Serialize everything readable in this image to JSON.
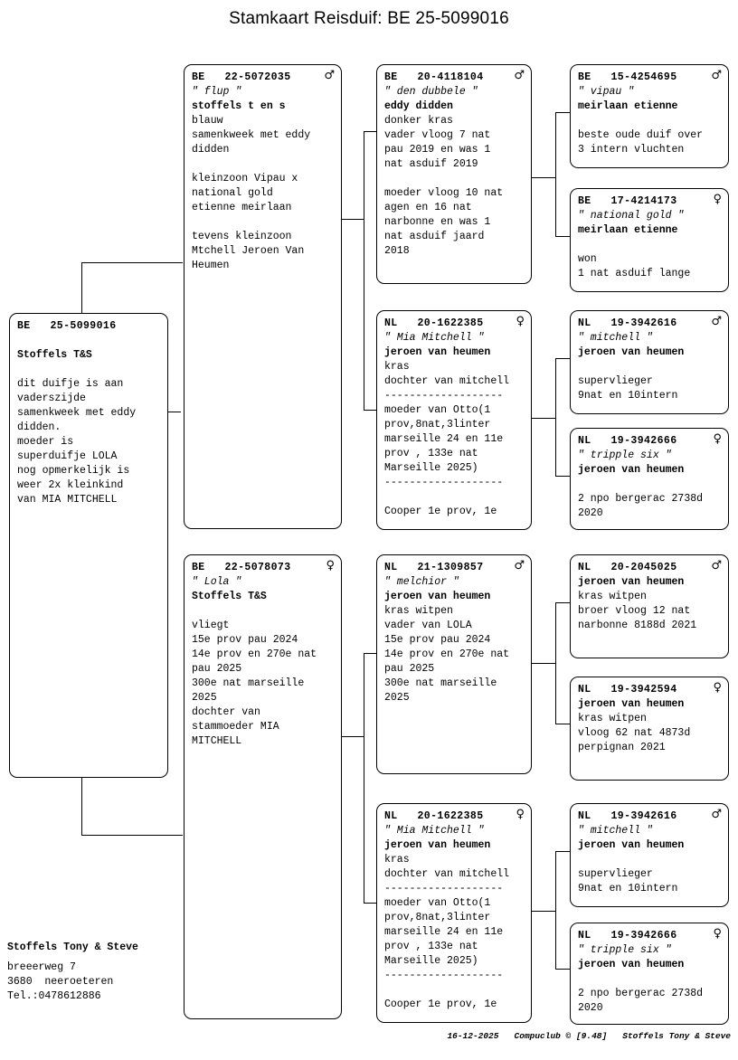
{
  "title": "Stamkaart Reisduif: BE  25-5099016",
  "subject": {
    "ring": "BE   25-5099016",
    "sex": "",
    "nick": "",
    "owner": "Stoffels T&S",
    "lines": [
      "",
      "dit duifje is aan",
      "vaderszijde",
      "samenkweek met eddy",
      "didden.",
      "moeder is",
      "superduifje LOLA",
      "nog opmerkelijk is",
      "weer 2x kleinkind",
      "van MIA MITCHELL"
    ]
  },
  "father": {
    "ring": "BE   22-5072035",
    "sex": "male",
    "sex_glyph": "♂",
    "nick": "\" flup \"",
    "owner": "stoffels t en s",
    "lines": [
      "blauw",
      "samenkweek met eddy",
      "didden",
      "",
      "kleinzoon Vipau x",
      "national gold",
      "etienne meirlaan",
      "",
      "tevens kleinzoon",
      "Mtchell Jeroen Van",
      "Heumen"
    ]
  },
  "mother": {
    "ring": "BE   22-5078073",
    "sex": "female",
    "sex_glyph": "♀",
    "nick": "\" Lola \"",
    "owner": "Stoffels T&S",
    "lines": [
      "",
      "vliegt",
      "15e prov pau 2024",
      "14e prov en 270e nat",
      "pau 2025",
      "300e nat marseille",
      "2025",
      "dochter van",
      "stammoeder MIA",
      "MITCHELL"
    ]
  },
  "ff": {
    "ring": "BE   20-4118104",
    "sex": "male",
    "sex_glyph": "♂",
    "nick": "\" den dubbele \"",
    "owner": "eddy didden",
    "lines": [
      "donker kras",
      "vader vloog 7 nat",
      "pau 2019 en was 1",
      "nat asduif 2019",
      "",
      "moeder vloog 10 nat",
      "agen en 16 nat",
      "narbonne en was 1",
      "nat asduif jaard",
      "2018"
    ]
  },
  "fm": {
    "ring": "NL   20-1622385",
    "sex": "female",
    "sex_glyph": "♀",
    "nick": "\" Mia Mitchell \"",
    "owner": "jeroen van heumen",
    "lines": [
      "kras",
      "dochter van mitchell",
      "-------------------",
      "moeder van Otto(1",
      "prov,8nat,3linter",
      "marseille 24 en 11e",
      "prov , 133e nat",
      "Marseille 2025)",
      "-------------------",
      "",
      "Cooper 1e prov, 1e"
    ]
  },
  "mf": {
    "ring": "NL   21-1309857",
    "sex": "male",
    "sex_glyph": "♂",
    "nick": "\" melchior \"",
    "owner": "jeroen van heumen",
    "lines": [
      "kras witpen",
      "vader van LOLA",
      "15e prov pau 2024",
      "14e prov en 270e nat",
      "pau 2025",
      "300e nat marseille",
      "2025"
    ]
  },
  "mm": {
    "ring": "NL   20-1622385",
    "sex": "female",
    "sex_glyph": "♀",
    "nick": "\" Mia Mitchell \"",
    "owner": "jeroen van heumen",
    "lines": [
      "kras",
      "dochter van mitchell",
      "-------------------",
      "moeder van Otto(1",
      "prov,8nat,3linter",
      "marseille 24 en 11e",
      "prov , 133e nat",
      "Marseille 2025)",
      "-------------------",
      "",
      "Cooper 1e prov, 1e"
    ]
  },
  "fff": {
    "ring": "BE   15-4254695",
    "sex": "male",
    "sex_glyph": "♂",
    "nick": "\" vipau \"",
    "owner": "meirlaan etienne",
    "lines": [
      "",
      "beste oude duif over",
      "3 intern vluchten"
    ]
  },
  "ffm": {
    "ring": "BE   17-4214173",
    "sex": "female",
    "sex_glyph": "♀",
    "nick": "\" national gold \"",
    "owner": "meirlaan etienne",
    "lines": [
      "",
      "won",
      "1 nat asduif lange"
    ]
  },
  "fmf": {
    "ring": "NL   19-3942616",
    "sex": "male",
    "sex_glyph": "♂",
    "nick": "\" mitchell \"",
    "owner": "jeroen van heumen",
    "lines": [
      "",
      "supervlieger",
      "9nat en 10intern"
    ]
  },
  "fmm": {
    "ring": "NL   19-3942666",
    "sex": "female",
    "sex_glyph": "♀",
    "nick": "\" tripple six \"",
    "owner": "jeroen van heumen",
    "lines": [
      "",
      "2 npo bergerac 2738d",
      "2020"
    ]
  },
  "mff": {
    "ring": "NL   20-2045025",
    "sex": "male",
    "sex_glyph": "♂",
    "nick": "",
    "owner": "jeroen van heumen",
    "lines": [
      "kras witpen",
      "broer vloog 12 nat",
      "narbonne 8188d 2021"
    ]
  },
  "mfm": {
    "ring": "NL   19-3942594",
    "sex": "female",
    "sex_glyph": "♀",
    "nick": "",
    "owner": "jeroen van heumen",
    "lines": [
      "kras witpen",
      "vloog 62 nat 4873d",
      "perpignan 2021"
    ]
  },
  "mmf": {
    "ring": "NL   19-3942616",
    "sex": "male",
    "sex_glyph": "♂",
    "nick": "\" mitchell \"",
    "owner": "jeroen van heumen",
    "lines": [
      "",
      "supervlieger",
      "9nat en 10intern"
    ]
  },
  "mmm": {
    "ring": "NL   19-3942666",
    "sex": "female",
    "sex_glyph": "♀",
    "nick": "\" tripple six \"",
    "owner": "jeroen van heumen",
    "lines": [
      "",
      "2 npo bergerac 2738d",
      "2020"
    ]
  },
  "owner_block": {
    "name": "Stoffels Tony & Steve",
    "street": "breeerweg 7",
    "city": "3680  neeroeteren",
    "tel": "Tel.:0478612886"
  },
  "footer": "16-12-2025   Compuclub © [9.48]   Stoffels Tony & Steve"
}
